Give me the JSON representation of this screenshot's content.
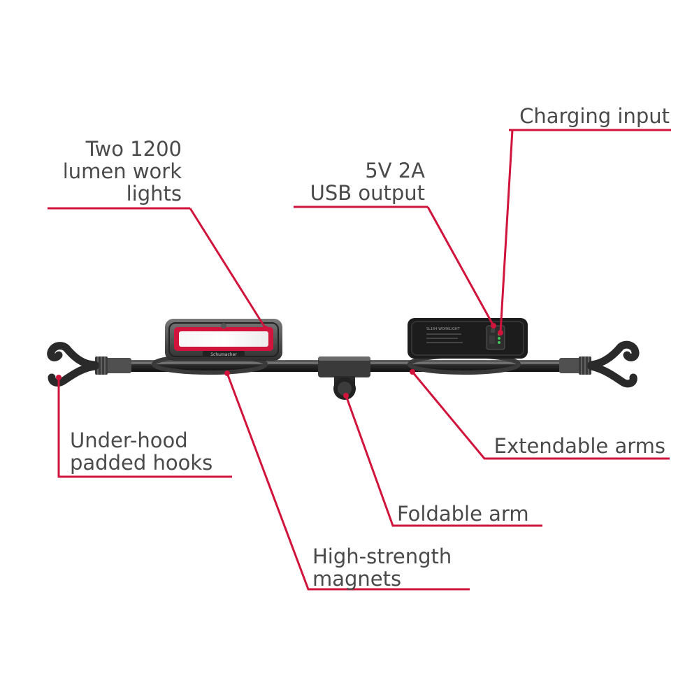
{
  "accent_color": "#d0143c",
  "text_color": "#4a4a4a",
  "callouts": {
    "work_lights": {
      "line1": "Two 1200",
      "line2": "lumen work",
      "line3": "lights"
    },
    "usb_output": {
      "line1": "5V 2A",
      "line2": "USB output"
    },
    "charging_input": {
      "line1": "Charging input"
    },
    "hooks": {
      "line1": "Under-hood",
      "line2": "padded hooks"
    },
    "extendable_arms": {
      "line1": "Extendable arms"
    },
    "foldable_arm": {
      "line1": "Foldable arm"
    },
    "magnets": {
      "line1": "High-strength",
      "line2": "magnets"
    }
  },
  "product": {
    "light_brand": "Schumacher",
    "panel_text": "SL164 WORKLIGHT"
  }
}
